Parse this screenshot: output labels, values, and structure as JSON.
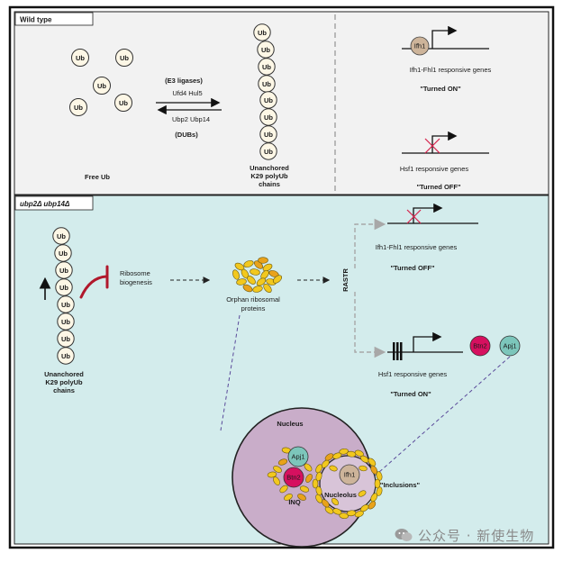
{
  "top_panel": {
    "label": "Wild type",
    "ub_label": "Ub",
    "free_ub_label": "Free Ub",
    "e3_title": "(E3 ligases)",
    "e3_names": "Ufd4   Hul5",
    "dub_names": "Ubp2   Ubp14",
    "dub_title": "(DUBs)",
    "chain_label_line1": "Unanchored",
    "chain_label_line2": "K29 polyUb",
    "chain_label_line3": "chains",
    "ifh1_label": "Ifh1",
    "ifh1_genes": "Ifh1-Fhl1 responsive genes",
    "turned_on": "\"Turned ON\"",
    "hsf1_genes": "Hsf1 responsive genes",
    "turned_off": "\"Turned OFF\""
  },
  "bottom_panel": {
    "label": "ubp2Δ ubp14Δ",
    "ub_label": "Ub",
    "chain_label_line1": "Unanchored",
    "chain_label_line2": "K29 polyUb",
    "chain_label_line3": "chains",
    "ribosome_line1": "Ribosome",
    "ribosome_line2": "biogenesis",
    "orphan_line1": "Orphan ribosomal",
    "orphan_line2": "proteins",
    "rastr_label": "RASTR",
    "ifh1_genes": "Ifh1-Fhl1 responsive genes",
    "turned_off": "\"Turned OFF\"",
    "hsf1_genes": "Hsf1 responsive genes",
    "turned_on": "\"Turned ON\"",
    "btn2_label": "Btn2",
    "apj1_label": "Apj1",
    "nucleus_label": "Nucleus",
    "nucleolus_label": "Nucleolus",
    "inq_label": "INQ",
    "inclusions_label": "\"Inclusions\"",
    "ifh1_label": "Ifh1"
  },
  "watermark": {
    "text": "公众号 · 新使生物"
  },
  "colors": {
    "top_bg": "#f2f2f2",
    "bottom_bg": "#d3ecec",
    "ub_fill": "#fdf7e6",
    "btn2": "#d6105f",
    "apj1": "#7cc6bb",
    "ifh1": "#cdb49a",
    "nucleus": "#c9adc9",
    "orphan_yellow": "#f2c81e",
    "inhibitor_red": "#b0182c"
  }
}
